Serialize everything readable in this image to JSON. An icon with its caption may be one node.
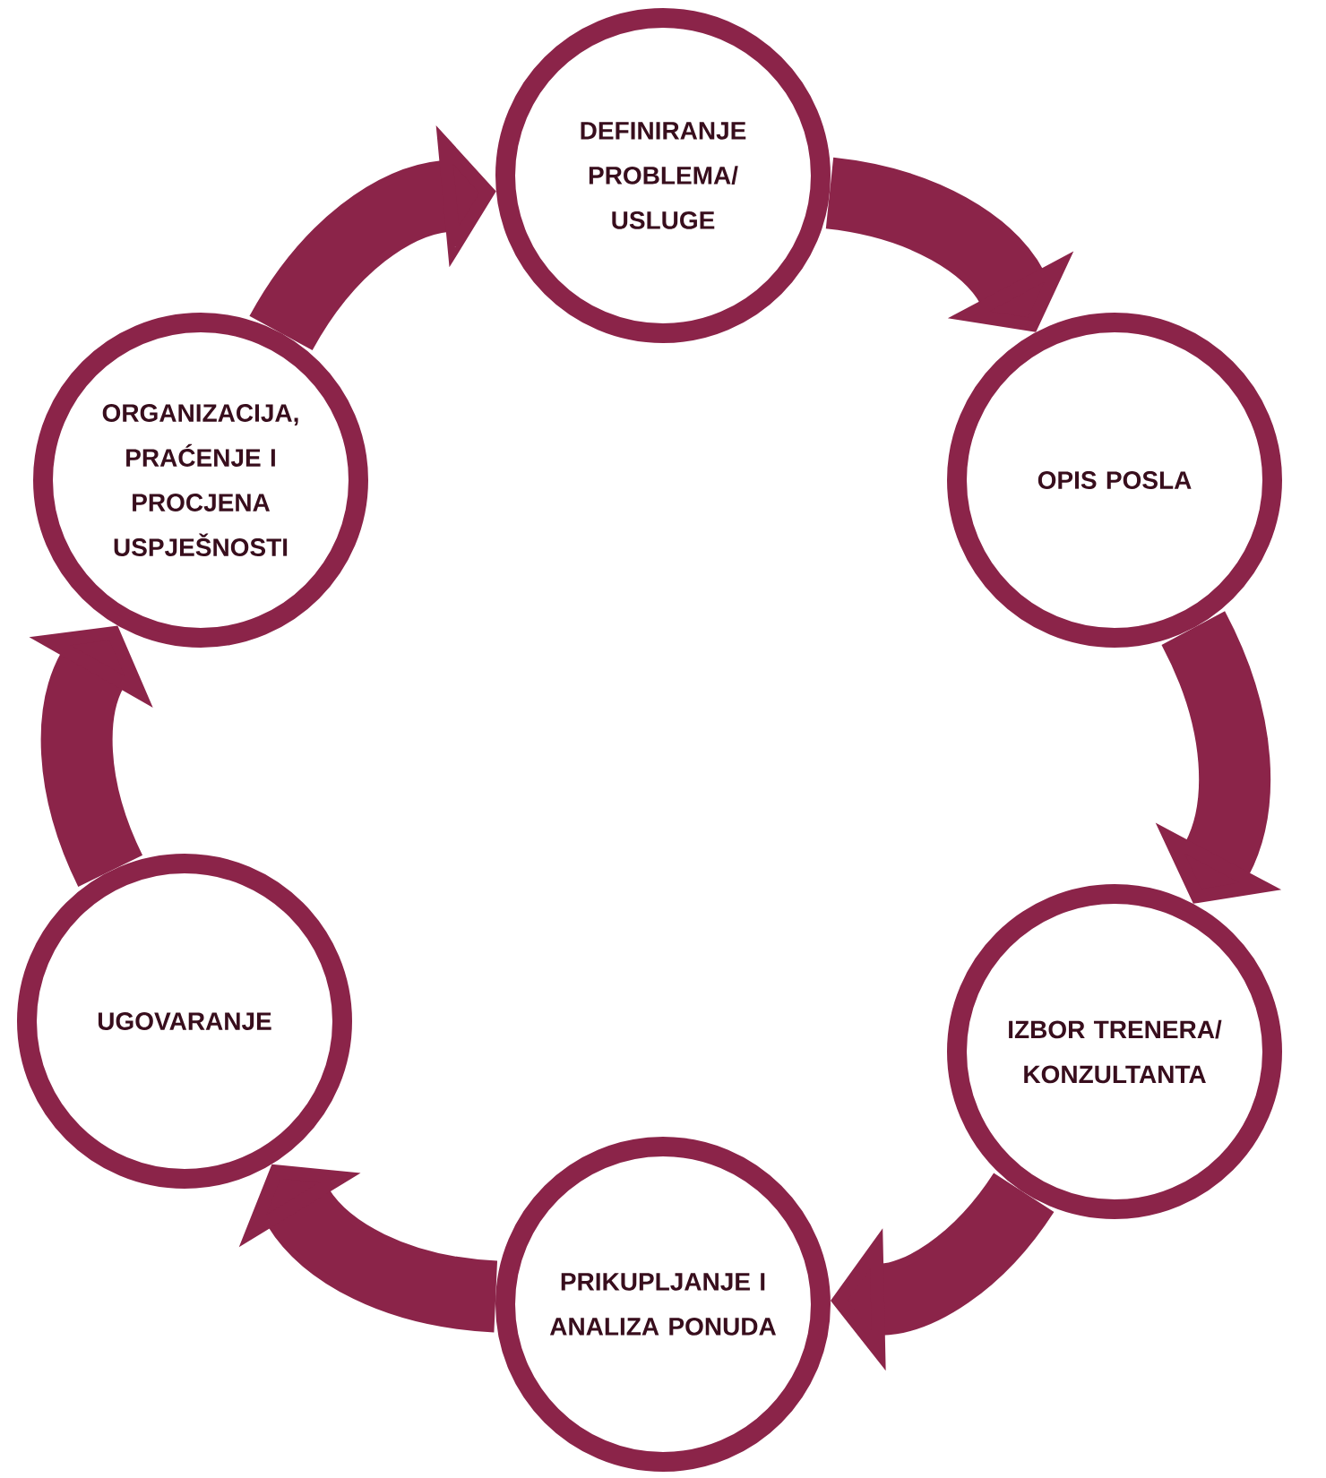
{
  "diagram": {
    "nodes": [
      {
        "text": [
          "DEFINIRANJE PROBLEMA/ USLUGE"
        ]
      },
      {
        "text": [
          "OPIS POSLA"
        ]
      },
      {
        "text": [
          "IZBOR TRENERA/ KONZULTANTA"
        ]
      },
      {
        "text": [
          "PRIKUPLJANJE I ANALIZA PONUDA"
        ]
      },
      {
        "text": [
          "UGOVARANJE"
        ]
      },
      {
        "text": [
          "ORGANIZACIJA, PRAĆENJE I PROCJENA USPJEŠNOSTI"
        ]
      }
    ],
    "edges": [
      {
        "from": 0,
        "to": 1,
        "arrow": "to"
      },
      {
        "from": 1,
        "to": 2,
        "arrow": "to"
      },
      {
        "from": 2,
        "to": 3,
        "arrow": "to"
      },
      {
        "from": 3,
        "to": 4,
        "arrow": "to"
      },
      {
        "from": 4,
        "to": 5,
        "arrow": "to"
      },
      {
        "from": 5,
        "to": 0,
        "arrow": "to"
      }
    ]
  }
}
